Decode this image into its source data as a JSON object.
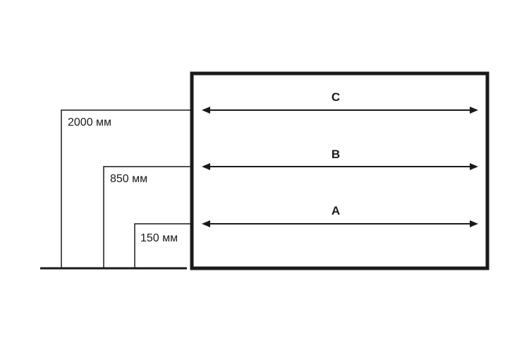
{
  "heights": [
    {
      "id": "h2000",
      "label": "2000 мм"
    },
    {
      "id": "h850",
      "label": "850 мм"
    },
    {
      "id": "h150",
      "label": "150 мм"
    }
  ],
  "levels": [
    {
      "id": "C",
      "label": "C"
    },
    {
      "id": "B",
      "label": "B"
    },
    {
      "id": "A",
      "label": "A"
    }
  ],
  "colors": {
    "stroke": "#1a1a1a",
    "background": "#ffffff"
  }
}
